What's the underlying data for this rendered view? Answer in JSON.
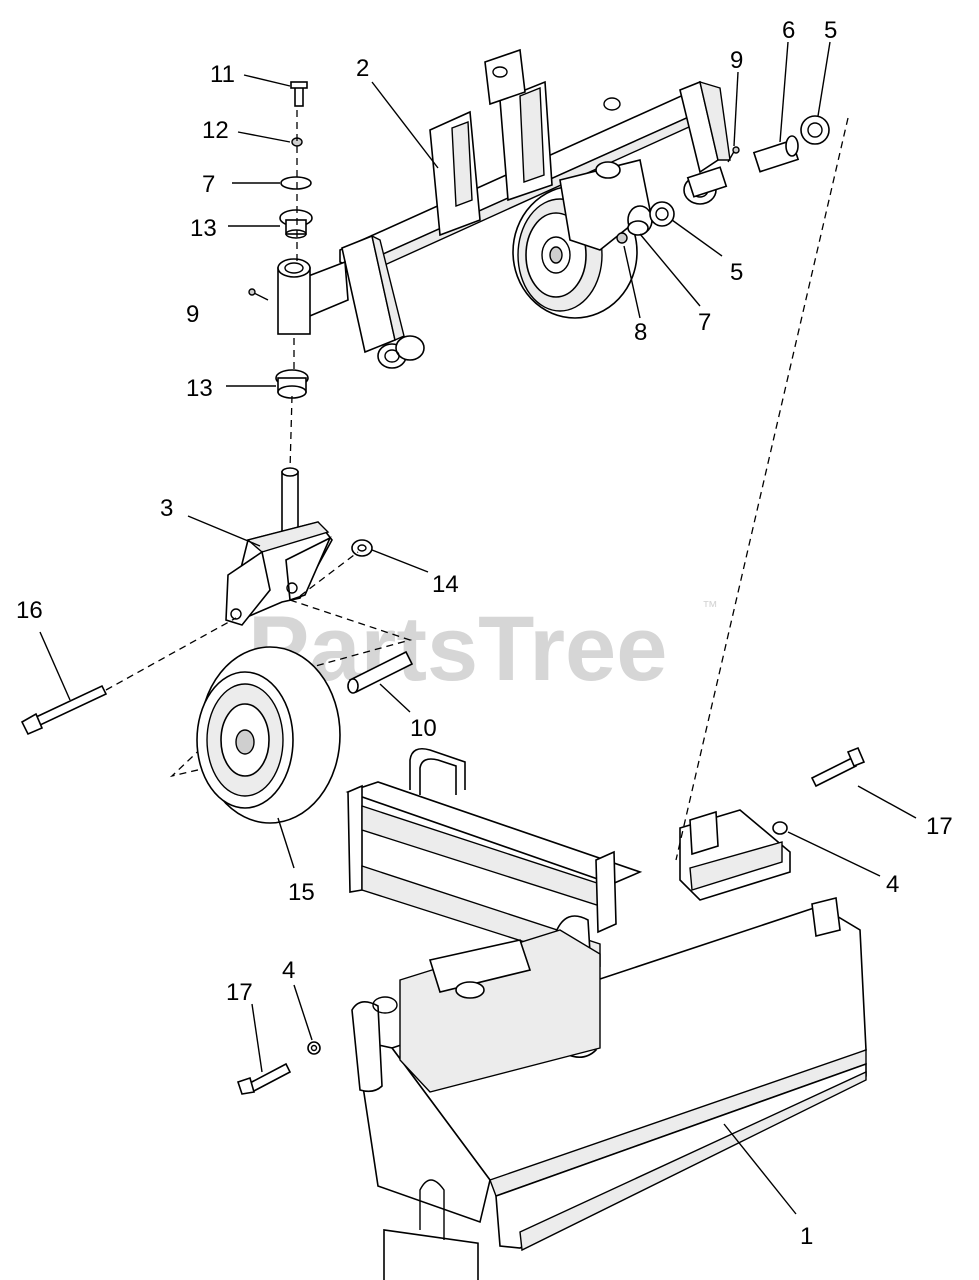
{
  "watermark": {
    "text": "PartsTree",
    "trademark": "™"
  },
  "callouts": {
    "c1": "1",
    "c2": "2",
    "c3": "3",
    "c4_right": "4",
    "c4_left": "4",
    "c5_top": "5",
    "c5_mid": "5",
    "c6": "6",
    "c7_left": "7",
    "c7_right": "7",
    "c8": "8",
    "c9_top": "9",
    "c9_left": "9",
    "c10": "10",
    "c11": "11",
    "c12": "12",
    "c13_top": "13",
    "c13_bottom": "13",
    "c14": "14",
    "c15": "15",
    "c16": "16",
    "c17_right": "17",
    "c17_left": "17"
  }
}
